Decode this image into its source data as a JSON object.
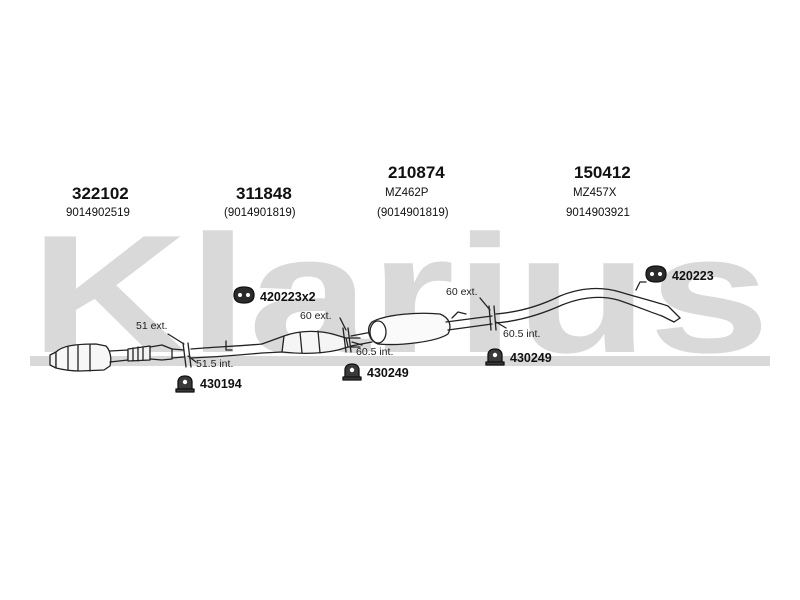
{
  "watermark": {
    "text": "Klarius",
    "color": "#d9d9d9"
  },
  "parts": [
    {
      "code": "322102",
      "ref": "9014902519"
    },
    {
      "code": "311848",
      "ref": "(9014901819)"
    },
    {
      "code": "210874",
      "sub": "MZ462P",
      "ref": "(9014901819)"
    },
    {
      "code": "150412",
      "sub": "MZ457X",
      "ref": "9014903921"
    }
  ],
  "joint_notes": {
    "j1_ext": "51 ext.",
    "j1_int": "51.5 int.",
    "j2_ext": "60 ext.",
    "j2_int": "60.5 int.",
    "j3_ext": "60 ext.",
    "j3_int": "60.5 int."
  },
  "fittings": {
    "f420223x2": "420223x2",
    "f420223": "420223",
    "f430194": "430194",
    "f430249a": "430249",
    "f430249b": "430249"
  },
  "icons": {
    "rubber_mount": "rubber-mount-icon",
    "clamp_bracket": "clamp-bracket-icon"
  },
  "colors": {
    "line": "#222222",
    "watermark": "#d9d9d9",
    "fill_light": "#f2f2f2"
  }
}
